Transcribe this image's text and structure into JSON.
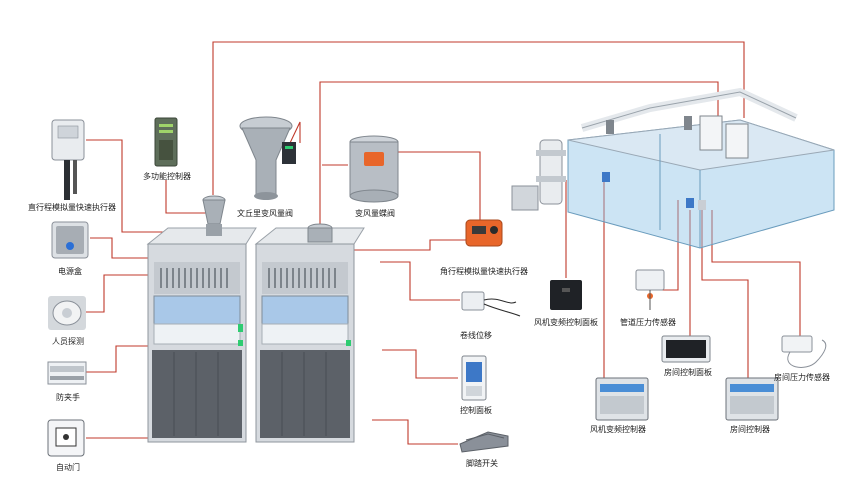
{
  "labels": {
    "linear_actuator": "直行程模拟量快速执行器",
    "power_box": "电源盒",
    "presence_sensor": "人员探测",
    "anti_pinch": "防夹手",
    "auto_door": "自动门",
    "multi_controller": "多功能控制器",
    "venturi_valve": "文丘里变风量阀",
    "vav_butterfly": "变风量蝶阀",
    "angular_actuator": "角行程模拟量快速执行器",
    "sash_sensor": "卷线位移",
    "control_panel": "控制面板",
    "foot_switch": "脚踏开关",
    "fan_vfd_panel": "风机变频控制面板",
    "duct_pressure": "管道压力传感器",
    "room_panel": "房间控制面板",
    "room_pressure": "房间压力传感器",
    "fan_vfd_controller": "风机变频控制器",
    "room_controller": "房间控制器"
  },
  "colors": {
    "wire": "#c0392b",
    "cabinet": "#d6dadf",
    "glass": "#a9c8e8",
    "panel_dark": "#5c6168",
    "accent_orange": "#e8662a",
    "indicator_green": "#2ecc71",
    "room_glass": "#8fc3e6"
  }
}
